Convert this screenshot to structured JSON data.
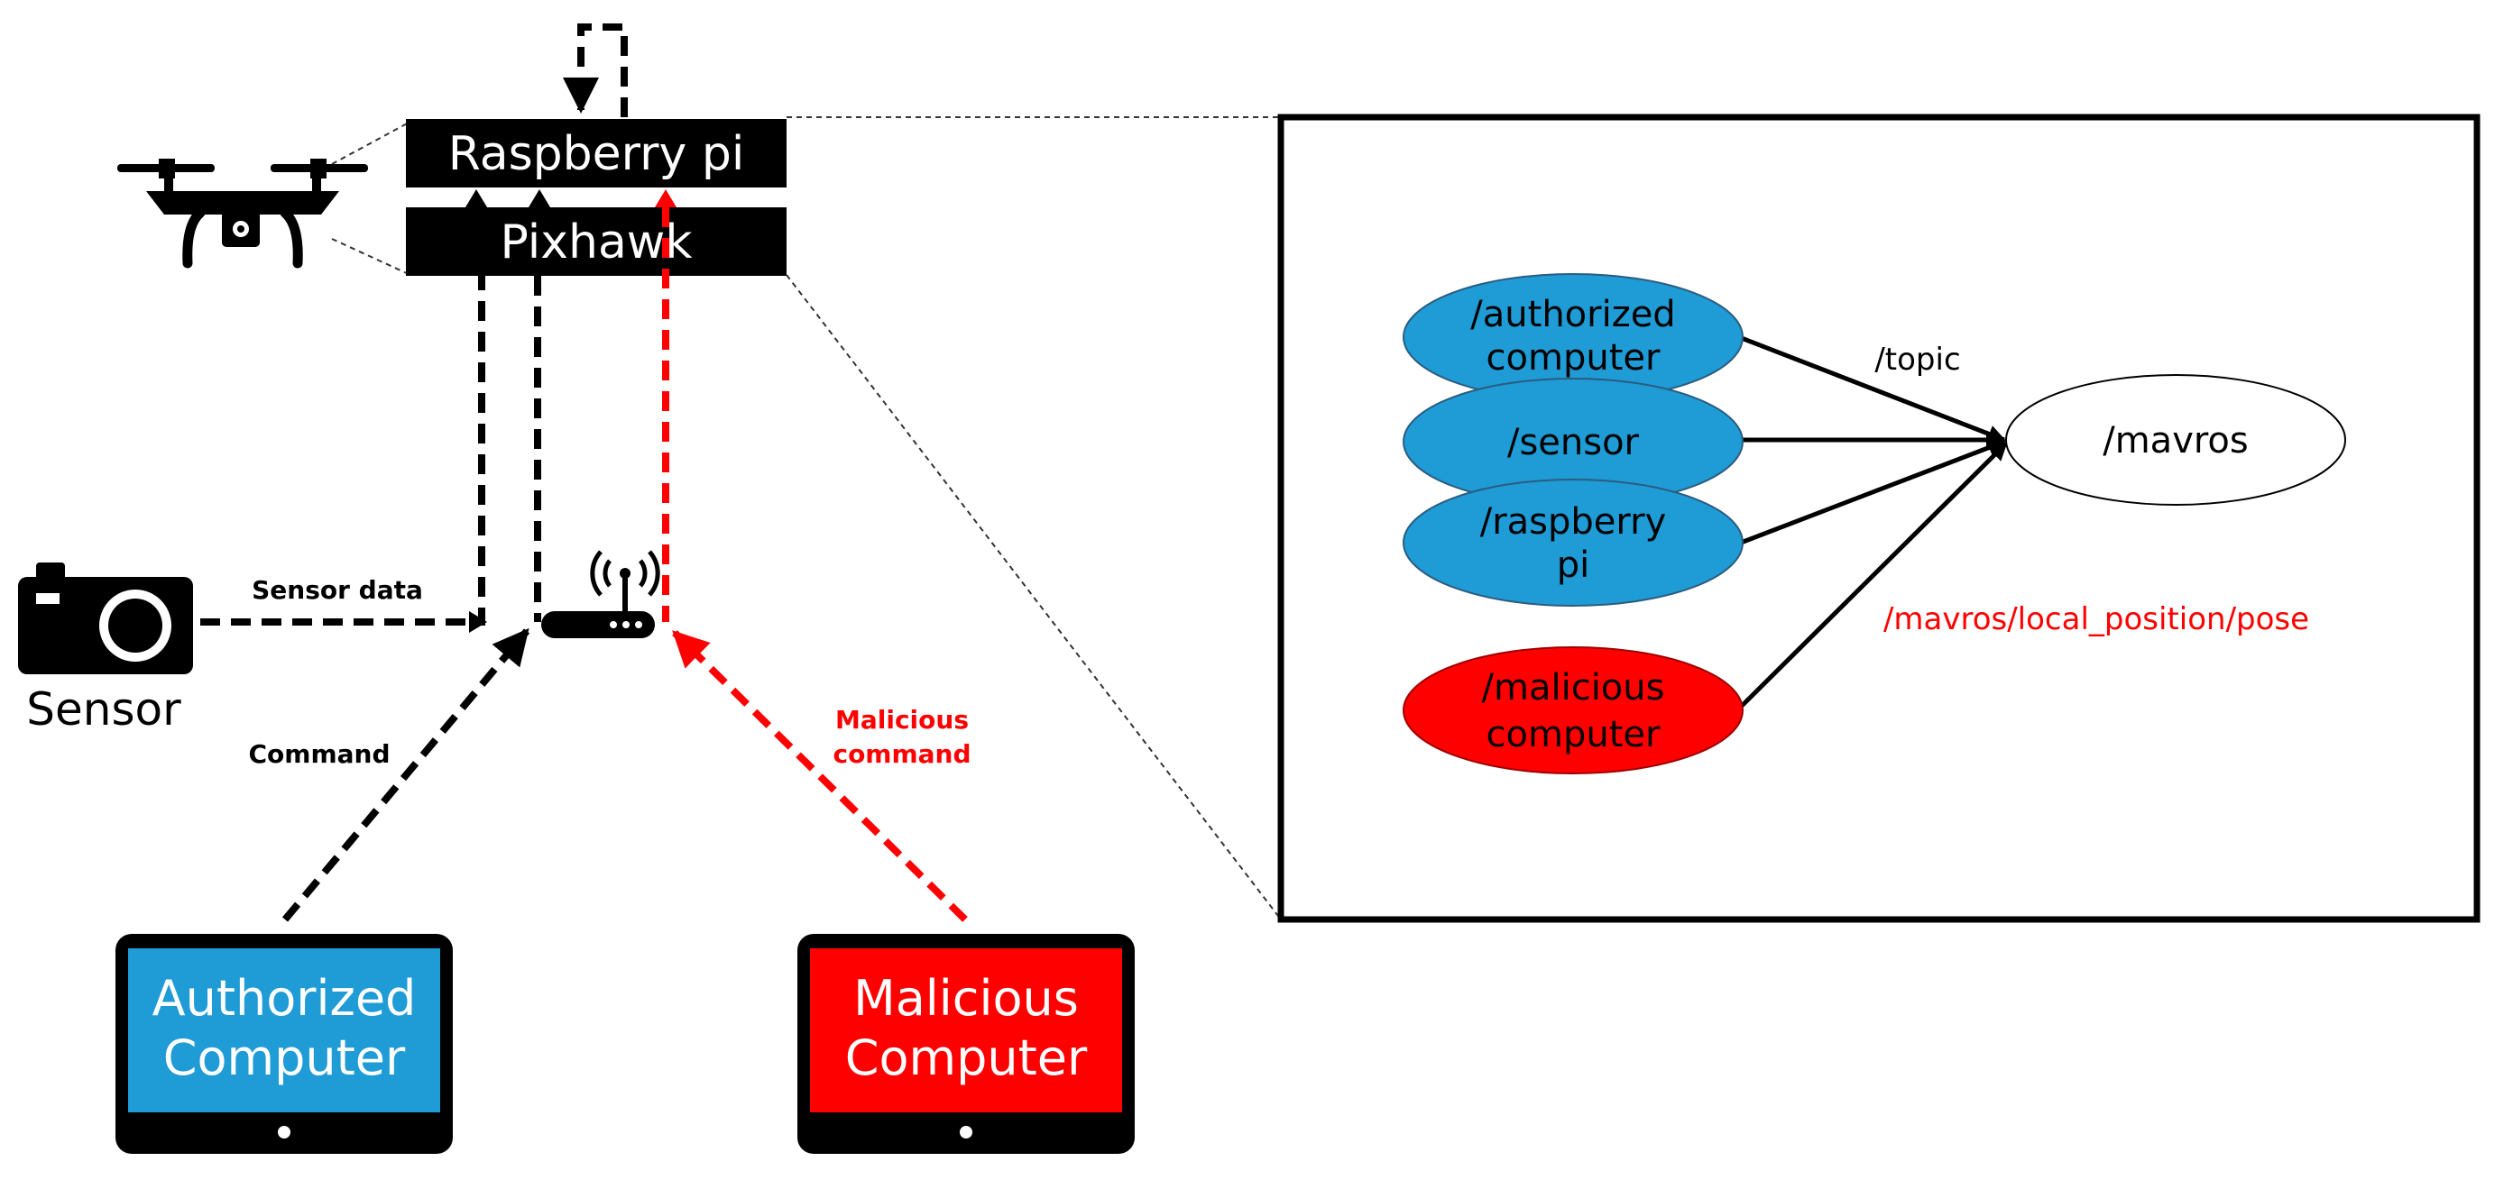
{
  "drone": {
    "raspberry_label": "Raspberry pi",
    "pixhawk_label": "Pixhawk"
  },
  "sensor": {
    "label": "Sensor"
  },
  "edges": {
    "sensor_data": "Sensor data",
    "command": "Command",
    "malicious_command_line1": "Malicious",
    "malicious_command_line2": "command"
  },
  "computers": {
    "authorized": {
      "line1": "Authorized",
      "line2": "Computer",
      "color": "#1f9bd6"
    },
    "malicious": {
      "line1": "Malicious",
      "line2": "Computer",
      "color": "#ff0000"
    }
  },
  "ros_graph": {
    "nodes": {
      "authorized": {
        "line1": "/authorized",
        "line2": "computer",
        "color": "#1f9bd6"
      },
      "sensor": {
        "line1": "/sensor",
        "color": "#1f9bd6"
      },
      "raspberry": {
        "line1": "/raspberry",
        "line2": "pi",
        "color": "#1f9bd6"
      },
      "malicious": {
        "line1": "/malicious",
        "line2": "computer",
        "color": "#ff0000"
      },
      "mavros": {
        "line1": "/mavros",
        "color": "#ffffff"
      }
    },
    "topic_label": "/topic",
    "attack_topic_label": "/mavros/local_position/pose",
    "attack_color": "#ff0000"
  }
}
